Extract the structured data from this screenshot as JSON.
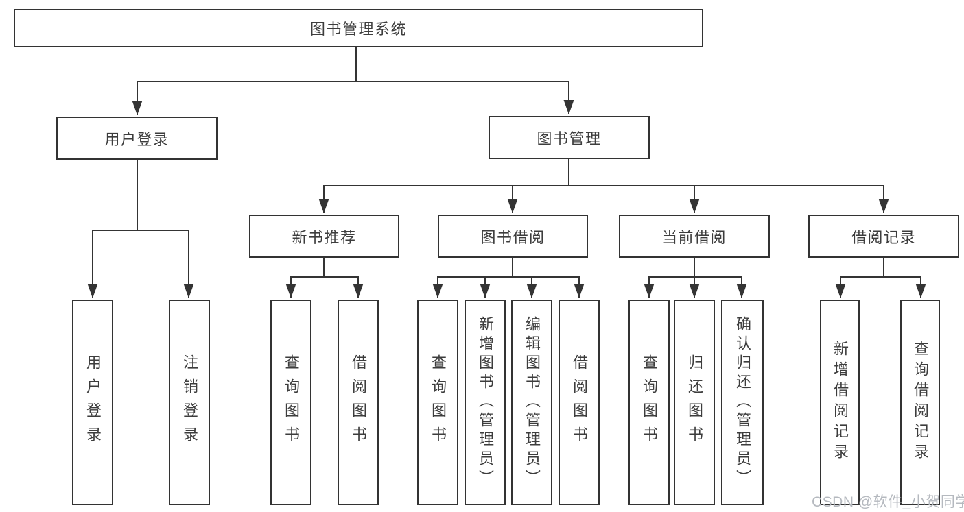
{
  "diagram": {
    "root": {
      "label": "图书管理系统",
      "children": [
        {
          "label": "用户登录",
          "children": [
            {
              "label": "用户登录"
            },
            {
              "label": "注销登录"
            }
          ]
        },
        {
          "label": "图书管理",
          "children": [
            {
              "label": "新书推荐",
              "children": [
                {
                  "label": "查询图书"
                },
                {
                  "label": "借阅图书"
                }
              ]
            },
            {
              "label": "图书借阅",
              "children": [
                {
                  "label": "查询图书"
                },
                {
                  "label": "新增图书（管理员）"
                },
                {
                  "label": "编辑图书（管理员）"
                },
                {
                  "label": "借阅图书"
                }
              ]
            },
            {
              "label": "当前借阅",
              "children": [
                {
                  "label": "查询图书"
                },
                {
                  "label": "归还图书"
                },
                {
                  "label": "确认归还（管理员）"
                }
              ]
            },
            {
              "label": "借阅记录",
              "children": [
                {
                  "label": "新增借阅记录"
                },
                {
                  "label": "查询借阅记录"
                }
              ]
            }
          ]
        }
      ]
    }
  },
  "watermark": {
    "text": "CSDN @软件_小贺同学"
  },
  "colors": {
    "line": "#343434",
    "box_border": "#333333",
    "text": "#3d3d3d",
    "box_background": "#ffffff",
    "watermark": "#b5b9bf"
  }
}
